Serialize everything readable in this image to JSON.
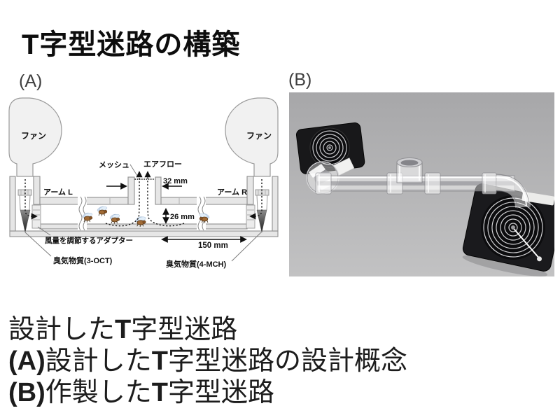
{
  "title": "T字型迷路の構築",
  "colors": {
    "diagram_wall": "#e6e6e6",
    "diagram_outline": "#8f8f8f",
    "photo_background_top": "#a7a7a9",
    "photo_background_bottom": "#c2c2c3",
    "fly_body": "#a06a35",
    "fly_wing": "#d4e4f4",
    "text": "#111111"
  },
  "figure_a": {
    "label": "(A)",
    "fan_left_label": "ファン",
    "fan_right_label": "ファン",
    "mesh_label": "メッシュ",
    "airflow_label": "エアフロー",
    "arm_left_label": "アーム L",
    "arm_right_label": "アーム R",
    "stem_width": "32 mm",
    "channel_height": "26 mm",
    "arm_length": "150 mm",
    "adapter_label": "風量を調節するアダプター",
    "odor_left_label": "臭気物質(3-OCT)",
    "odor_right_label": "臭気物質(4-MCH)"
  },
  "figure_b": {
    "label": "(B)"
  },
  "caption": {
    "lines": [
      [
        {
          "t": "設計した"
        },
        {
          "t": "T",
          "b": true
        },
        {
          "t": "字型迷路"
        }
      ],
      [
        {
          "t": "(A)",
          "b": true
        },
        {
          "t": "設計した"
        },
        {
          "t": "T",
          "b": true
        },
        {
          "t": "字型迷路の設計概念"
        }
      ],
      [
        {
          "t": "(B)",
          "b": true
        },
        {
          "t": "作製した"
        },
        {
          "t": "T",
          "b": true
        },
        {
          "t": "字型迷路"
        }
      ]
    ]
  }
}
